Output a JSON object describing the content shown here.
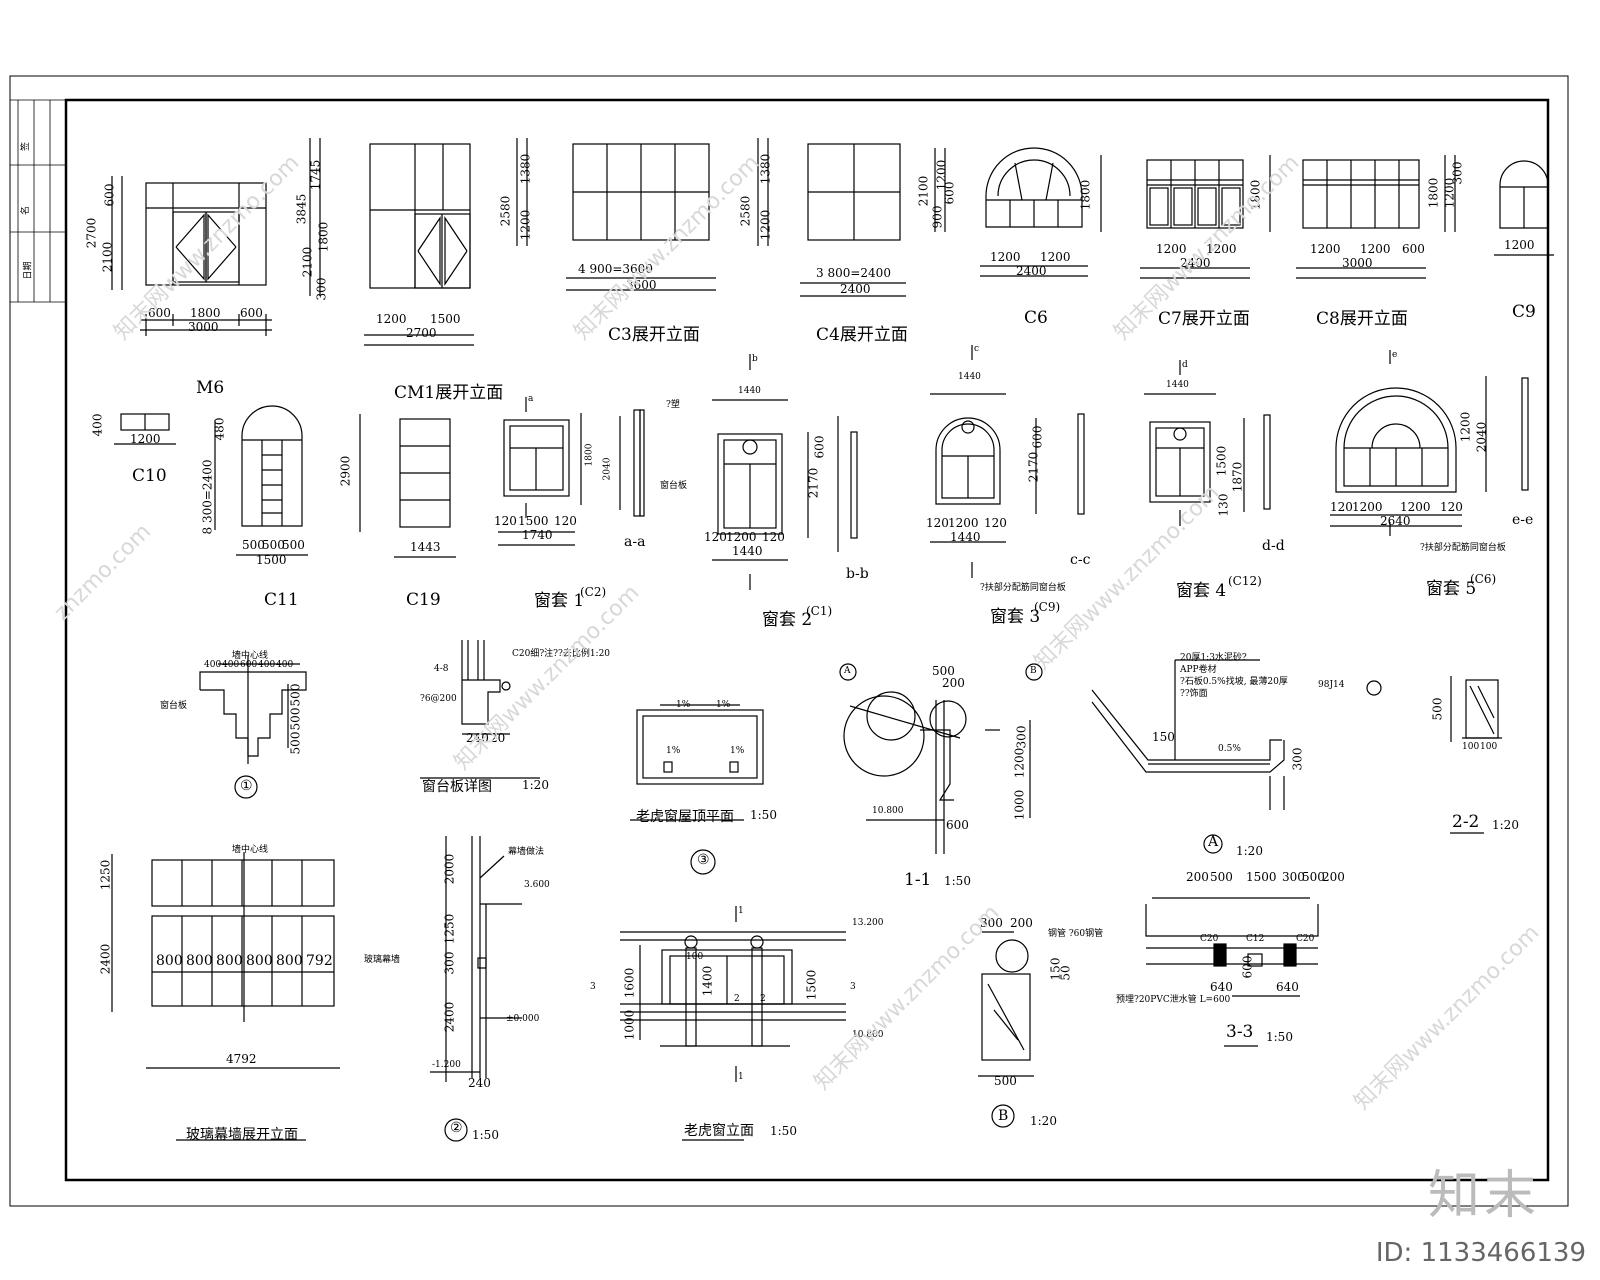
{
  "watermark": {
    "logo": "知末",
    "id": "ID: 1133466139",
    "site": "znzmo.com",
    "site_cn": "知末网www.znzmo.com"
  },
  "sheet_frame": {
    "side_label_1": "签",
    "side_label_2": "名",
    "side_label_3": "日期"
  },
  "row1": {
    "m6": {
      "title": "M6",
      "dims": [
        "600",
        "1800",
        "600",
        "3000",
        "2700",
        "2100",
        "600"
      ]
    },
    "cm1": {
      "title": "CM1展开立面",
      "dims": [
        "1200",
        "1500",
        "2700",
        "3845",
        "1745",
        "2100",
        "1800",
        "300"
      ]
    },
    "c3": {
      "title": "C3展开立面",
      "dims": [
        "4 900=3600",
        "3600",
        "2580",
        "1380",
        "1200"
      ]
    },
    "c4": {
      "title": "C4展开立面",
      "dims": [
        "3 800=2400",
        "2400",
        "2580",
        "1380",
        "1200"
      ]
    },
    "c6": {
      "title": "C6",
      "dims": [
        "1200",
        "1200",
        "2400",
        "2100",
        "1200",
        "900",
        "600"
      ]
    },
    "c7": {
      "title": "C7展开立面",
      "dims": [
        "1200",
        "1200",
        "2400",
        "1800"
      ]
    },
    "c8": {
      "title": "C8展开立面",
      "dims": [
        "1200",
        "1200",
        "600",
        "3000",
        "1800"
      ]
    },
    "c9": {
      "title": "C9",
      "dims": [
        "1200",
        "1800",
        "1200",
        "300"
      ]
    }
  },
  "row2": {
    "c10": {
      "title": "C10",
      "dims": [
        "1200",
        "400"
      ]
    },
    "c11": {
      "title": "C11",
      "dims": [
        "500",
        "500",
        "500",
        "1500",
        "8 300=2400",
        "480"
      ]
    },
    "c19": {
      "title": "C19",
      "dims": [
        "1443",
        "2900"
      ]
    },
    "wt1": {
      "title": "窗套  1",
      "tag": "(C2)",
      "dims": [
        "120",
        "1500",
        "120",
        "1740",
        "2040",
        "1800"
      ],
      "section": "a-a",
      "cut": "a",
      "note": "窗台板",
      "note2": "?塑"
    },
    "wt2": {
      "title": "窗套  2",
      "tag": "(C1)",
      "dims": [
        "1440",
        "120",
        "1200",
        "120",
        "1440",
        "2170",
        "600"
      ],
      "section": "b-b",
      "cut": "b"
    },
    "wt3": {
      "title": "窗套  3",
      "tag": "(C9)",
      "dims": [
        "1440",
        "120",
        "1200",
        "120",
        "1440",
        "2170",
        "600"
      ],
      "section": "c-c",
      "cut": "c",
      "note": "?扶部分配筋同窗台板"
    },
    "wt4": {
      "title": "窗套  4",
      "tag": "(C12)",
      "dims": [
        "1440",
        "1870",
        "1500",
        "130"
      ],
      "section": "d-d",
      "cut": "d"
    },
    "wt5": {
      "title": "窗套  5",
      "tag": "(C6)",
      "dims": [
        "120",
        "1200",
        "1200",
        "120",
        "2640",
        "2040",
        "1200"
      ],
      "section": "e-e",
      "cut": "e",
      "note": "?扶部分配筋同窗台板"
    }
  },
  "row3": {
    "d1": {
      "title": "①",
      "dims": [
        "400",
        "400",
        "600",
        "400",
        "400",
        "500",
        "500",
        "500"
      ],
      "note": "墙中心线",
      "note2": "窗台板"
    },
    "sill": {
      "title": "窗台板详图",
      "scale": "1:20",
      "dims": [
        "240",
        "20",
        "4-8",
        "?6@200"
      ],
      "note": "C20细?注??去比例1:20"
    },
    "dormer_roof": {
      "title": "老虎窗屋顶平面",
      "scale": "1:50",
      "marks": [
        "1%",
        "1%",
        "1%",
        "1%"
      ]
    },
    "d3": {
      "title": "③"
    },
    "s11": {
      "title": "1-1",
      "scale": "1:50",
      "dims": [
        "500",
        "200",
        "1200",
        "300",
        "1000",
        "600"
      ],
      "level": "10.800",
      "axes": [
        "A",
        "B"
      ]
    },
    "dA": {
      "title": "A",
      "scale": "1:20",
      "dims": [
        "150",
        "300"
      ],
      "slope": "0.5%",
      "notes": [
        "20厚1:3水泥砂?",
        "APP卷材",
        "?石板0.5%找坡, 最薄20厚",
        "??饰面"
      ],
      "callout": "98J14"
    },
    "s22": {
      "title": "2-2",
      "scale": "1:20",
      "dims": [
        "500",
        "100",
        "100"
      ]
    }
  },
  "row4": {
    "curtain": {
      "title": "玻璃幕墙展开立面",
      "dims": [
        "1250",
        "2400",
        "800",
        "800",
        "800",
        "800",
        "800",
        "792",
        "4792"
      ],
      "note": "墙中心线"
    },
    "d2": {
      "title": "②",
      "scale": "1:50",
      "dims": [
        "2000",
        "1250",
        "300",
        "2400",
        "240"
      ],
      "levels": [
        "3.600",
        "±0.000",
        "-1.200"
      ],
      "notes": [
        "幕墙做法",
        "玻璃幕墙"
      ]
    },
    "dormer_elev": {
      "title": "老虎窗立面",
      "scale": "1:50",
      "dims": [
        "1600",
        "1000",
        "1400",
        "1500",
        "100"
      ],
      "levels": [
        "13.200",
        "10.800"
      ],
      "cut": "1",
      "cut2": "3",
      "num": "2"
    },
    "dB": {
      "title": "B",
      "scale": "1:20",
      "dims": [
        "300",
        "200",
        "500",
        "150",
        "50"
      ],
      "note": "钢管 ?60钢管"
    },
    "s33": {
      "title": "3-3",
      "scale": "1:50",
      "dims": [
        "200",
        "500",
        "1500",
        "300",
        "500",
        "200",
        "640",
        "640",
        "600"
      ],
      "windows": [
        "C20",
        "C12",
        "C20"
      ],
      "note": "预埋?20PVC泄水管 L=600"
    }
  }
}
